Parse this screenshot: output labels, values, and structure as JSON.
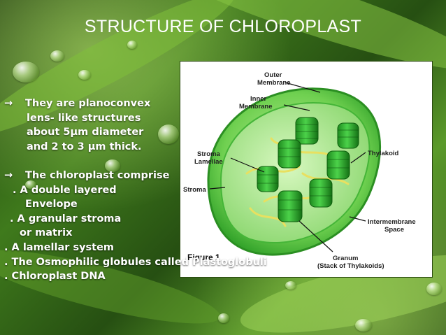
{
  "slide": {
    "title": "STRUCTURE OF CHLOROPLAST",
    "bullet_arrow": "→",
    "bullets": [
      "They are planoconvex",
      "lens- like structures",
      "about 5µm diameter",
      "and 2 to 3 µm thick.",
      "The chloroplast comprise",
      ". A double layered",
      "Envelope",
      ". A granular stroma",
      "or matrix",
      ". A lamellar system",
      ". The Osmophilic globules called Plastoglobuli",
      ".  Chloroplast  DNA"
    ]
  },
  "figure": {
    "labels": {
      "outer_1": "Outer",
      "outer_2": "Membrane",
      "inner_1": "Inner",
      "inner_2": "Membrane",
      "lam_1": "Stroma",
      "lam_2": "Lamellae",
      "thylakoid": "Thylakoid",
      "stroma": "Stroma",
      "inter_1": "Intermembrane",
      "inter_2": "Space",
      "granum_1": "Granum",
      "granum_2": "(Stack of Thylakoids)",
      "figure_caption": "Figure 1"
    }
  },
  "colors": {
    "chloroplast_green": "#3dbb2f",
    "stroma_light": "#9be07a",
    "lamellae_yellow": "#e8e060"
  }
}
